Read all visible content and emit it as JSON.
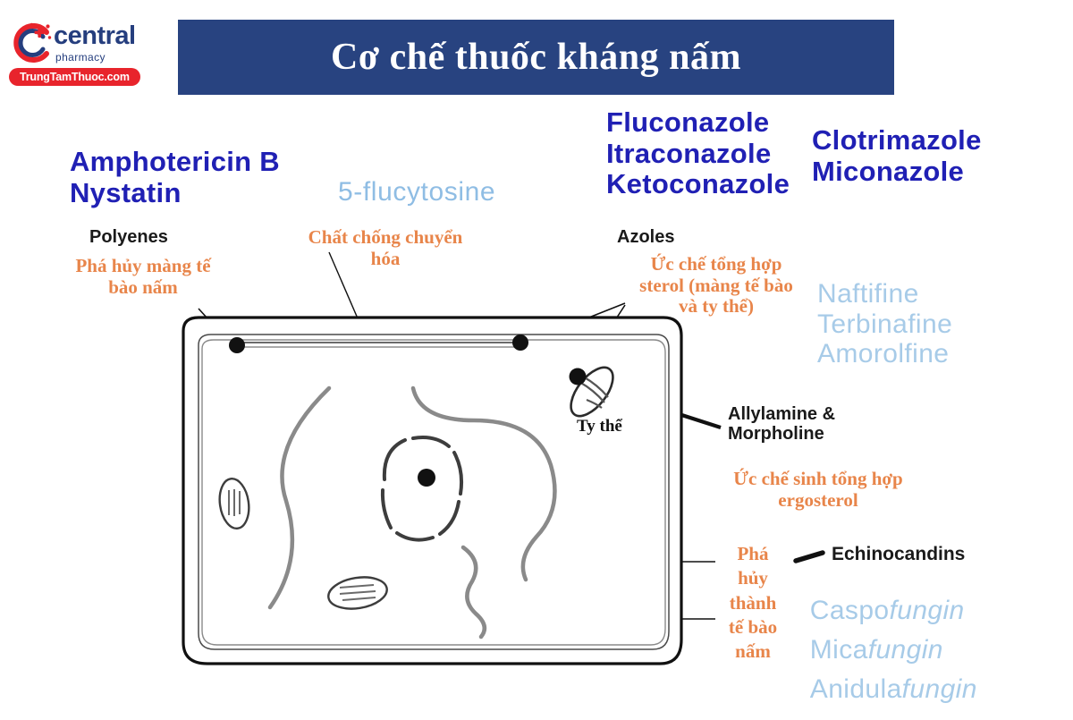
{
  "brand": {
    "logo_icon": "central-pharmacy-c-logo-icon",
    "name": "central",
    "subtitle": "pharmacy",
    "site": "TrungTamThuoc.com",
    "navy": "#253e7e",
    "red": "#e8242c"
  },
  "banner": {
    "title": "Cơ chế thuốc kháng nấm",
    "background": "#284380",
    "text_color": "#ffffff"
  },
  "colors": {
    "drug_blue": "#2020b4",
    "drug_light_blue": "#8fbde4",
    "mechanism_orange": "#e8854a",
    "class_black": "#1a1a1a"
  },
  "groups": [
    {
      "id": "polyenes",
      "drugs": "Amphotericin B\nNystatin",
      "class_label": "Polyenes",
      "mechanism": "Phá hủy màng tế\nbào nấm"
    },
    {
      "id": "flucytosine",
      "drugs": "5-flucytosine",
      "class_label": "",
      "mechanism": "Chất chống chuyển\nhóa"
    },
    {
      "id": "azoles",
      "drugs": "Fluconazole\nItraconazole\nKetoconazole",
      "drugs_extra": "Clotrimazole\nMiconazole",
      "class_label": "Azoles",
      "mechanism": "Ức chế tổng hợp\nsterol (màng tế bào\nvà ty thể)"
    },
    {
      "id": "allylamine-morpholine",
      "drugs": "Naftifine\nTerbinafine\nAmorolfine",
      "class_label": "Allylamine &\nMorpholine",
      "mechanism": "Ức chế sinh tổng hợp\nergosterol"
    },
    {
      "id": "echinocandins",
      "class_label": "Echinocandins",
      "mechanism": "Phá\nhủy\nthành\ntế bào\nnấm",
      "drug_rows": [
        {
          "prefix": "Caspo",
          "suffix": "fungin"
        },
        {
          "prefix": "Mica",
          "suffix": "fungin"
        },
        {
          "prefix": "Anidula",
          "suffix": "fungin"
        }
      ]
    }
  ],
  "diagram": {
    "cell_label": "fungal-cell",
    "organelle_label": "Ty thể",
    "parts": [
      "cell-wall",
      "cell-membrane",
      "nucleus",
      "mitochondrion",
      "endoplasmic-reticulum",
      "sterol-dot"
    ]
  }
}
